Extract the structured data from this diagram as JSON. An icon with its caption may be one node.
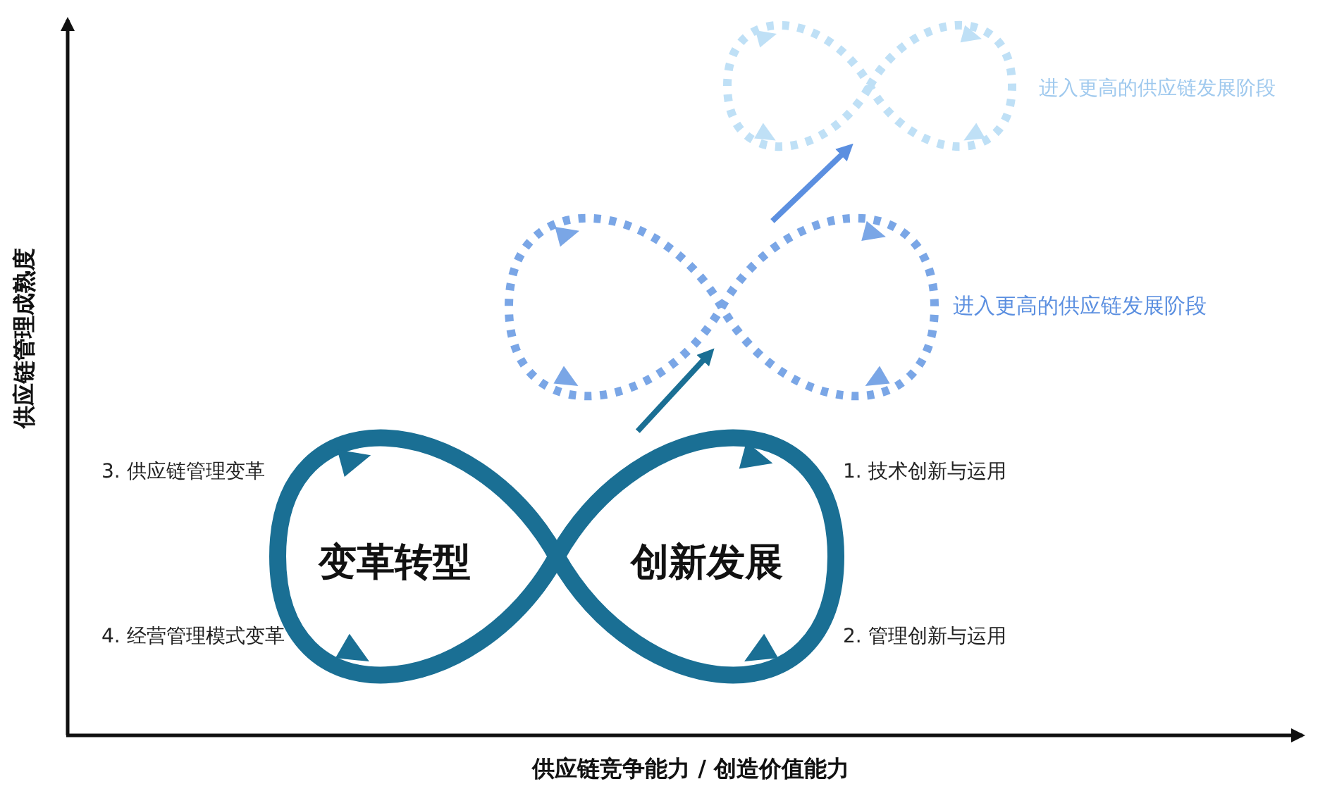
{
  "diagram": {
    "nodes": [
      {
        "text": [
          "变革转型",
          "创新发展"
        ],
        "beside": [
          "3. 供应链管理变革",
          "1. 技术创新与运用",
          "4. 经营管理模式变革",
          "2. 管理创新与运用"
        ]
      },
      {
        "text": [],
        "shape": "loop",
        "beside": [
          "进入更高的供应链发展阶段"
        ]
      },
      {
        "text": [],
        "shape": "loop",
        "beside": [
          "进入更高的供应链发展阶段"
        ]
      }
    ],
    "edges": [
      {
        "from": 0,
        "to": 1,
        "arrow": "to",
        "color": "#1a6f94"
      },
      {
        "from": 1,
        "to": 2,
        "arrow": "to",
        "color": "#5b8fe0"
      }
    ],
    "labels": [
      "供应链管理成熟度",
      "供应链竞争能力 / 创造价值能力"
    ]
  }
}
